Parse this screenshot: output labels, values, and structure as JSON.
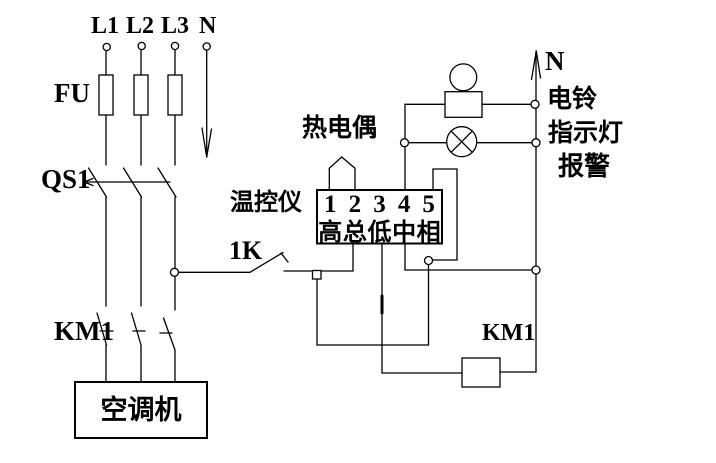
{
  "power": {
    "phase_labels": [
      "L1",
      "L2",
      "L3"
    ],
    "neutral_label": "N",
    "fuse_label": "FU",
    "disconnect_label": "QS1",
    "contactor_label": "KM1",
    "load_label": "空调机"
  },
  "controller": {
    "label": "温控仪",
    "thermocouple_label": "热电偶",
    "contact_label": "1K",
    "terminal_numbers": [
      "1",
      "2",
      "3",
      "4",
      "5"
    ],
    "terminal_names": [
      "高",
      "总",
      "低",
      "中",
      "相"
    ]
  },
  "alarm": {
    "neutral_label": "N",
    "bell_label": "电铃",
    "lamp_label": "指示灯",
    "alarm_label": "报警",
    "coil_label": "KM1"
  },
  "colors": {
    "line": "#000000",
    "background": "#ffffff"
  }
}
